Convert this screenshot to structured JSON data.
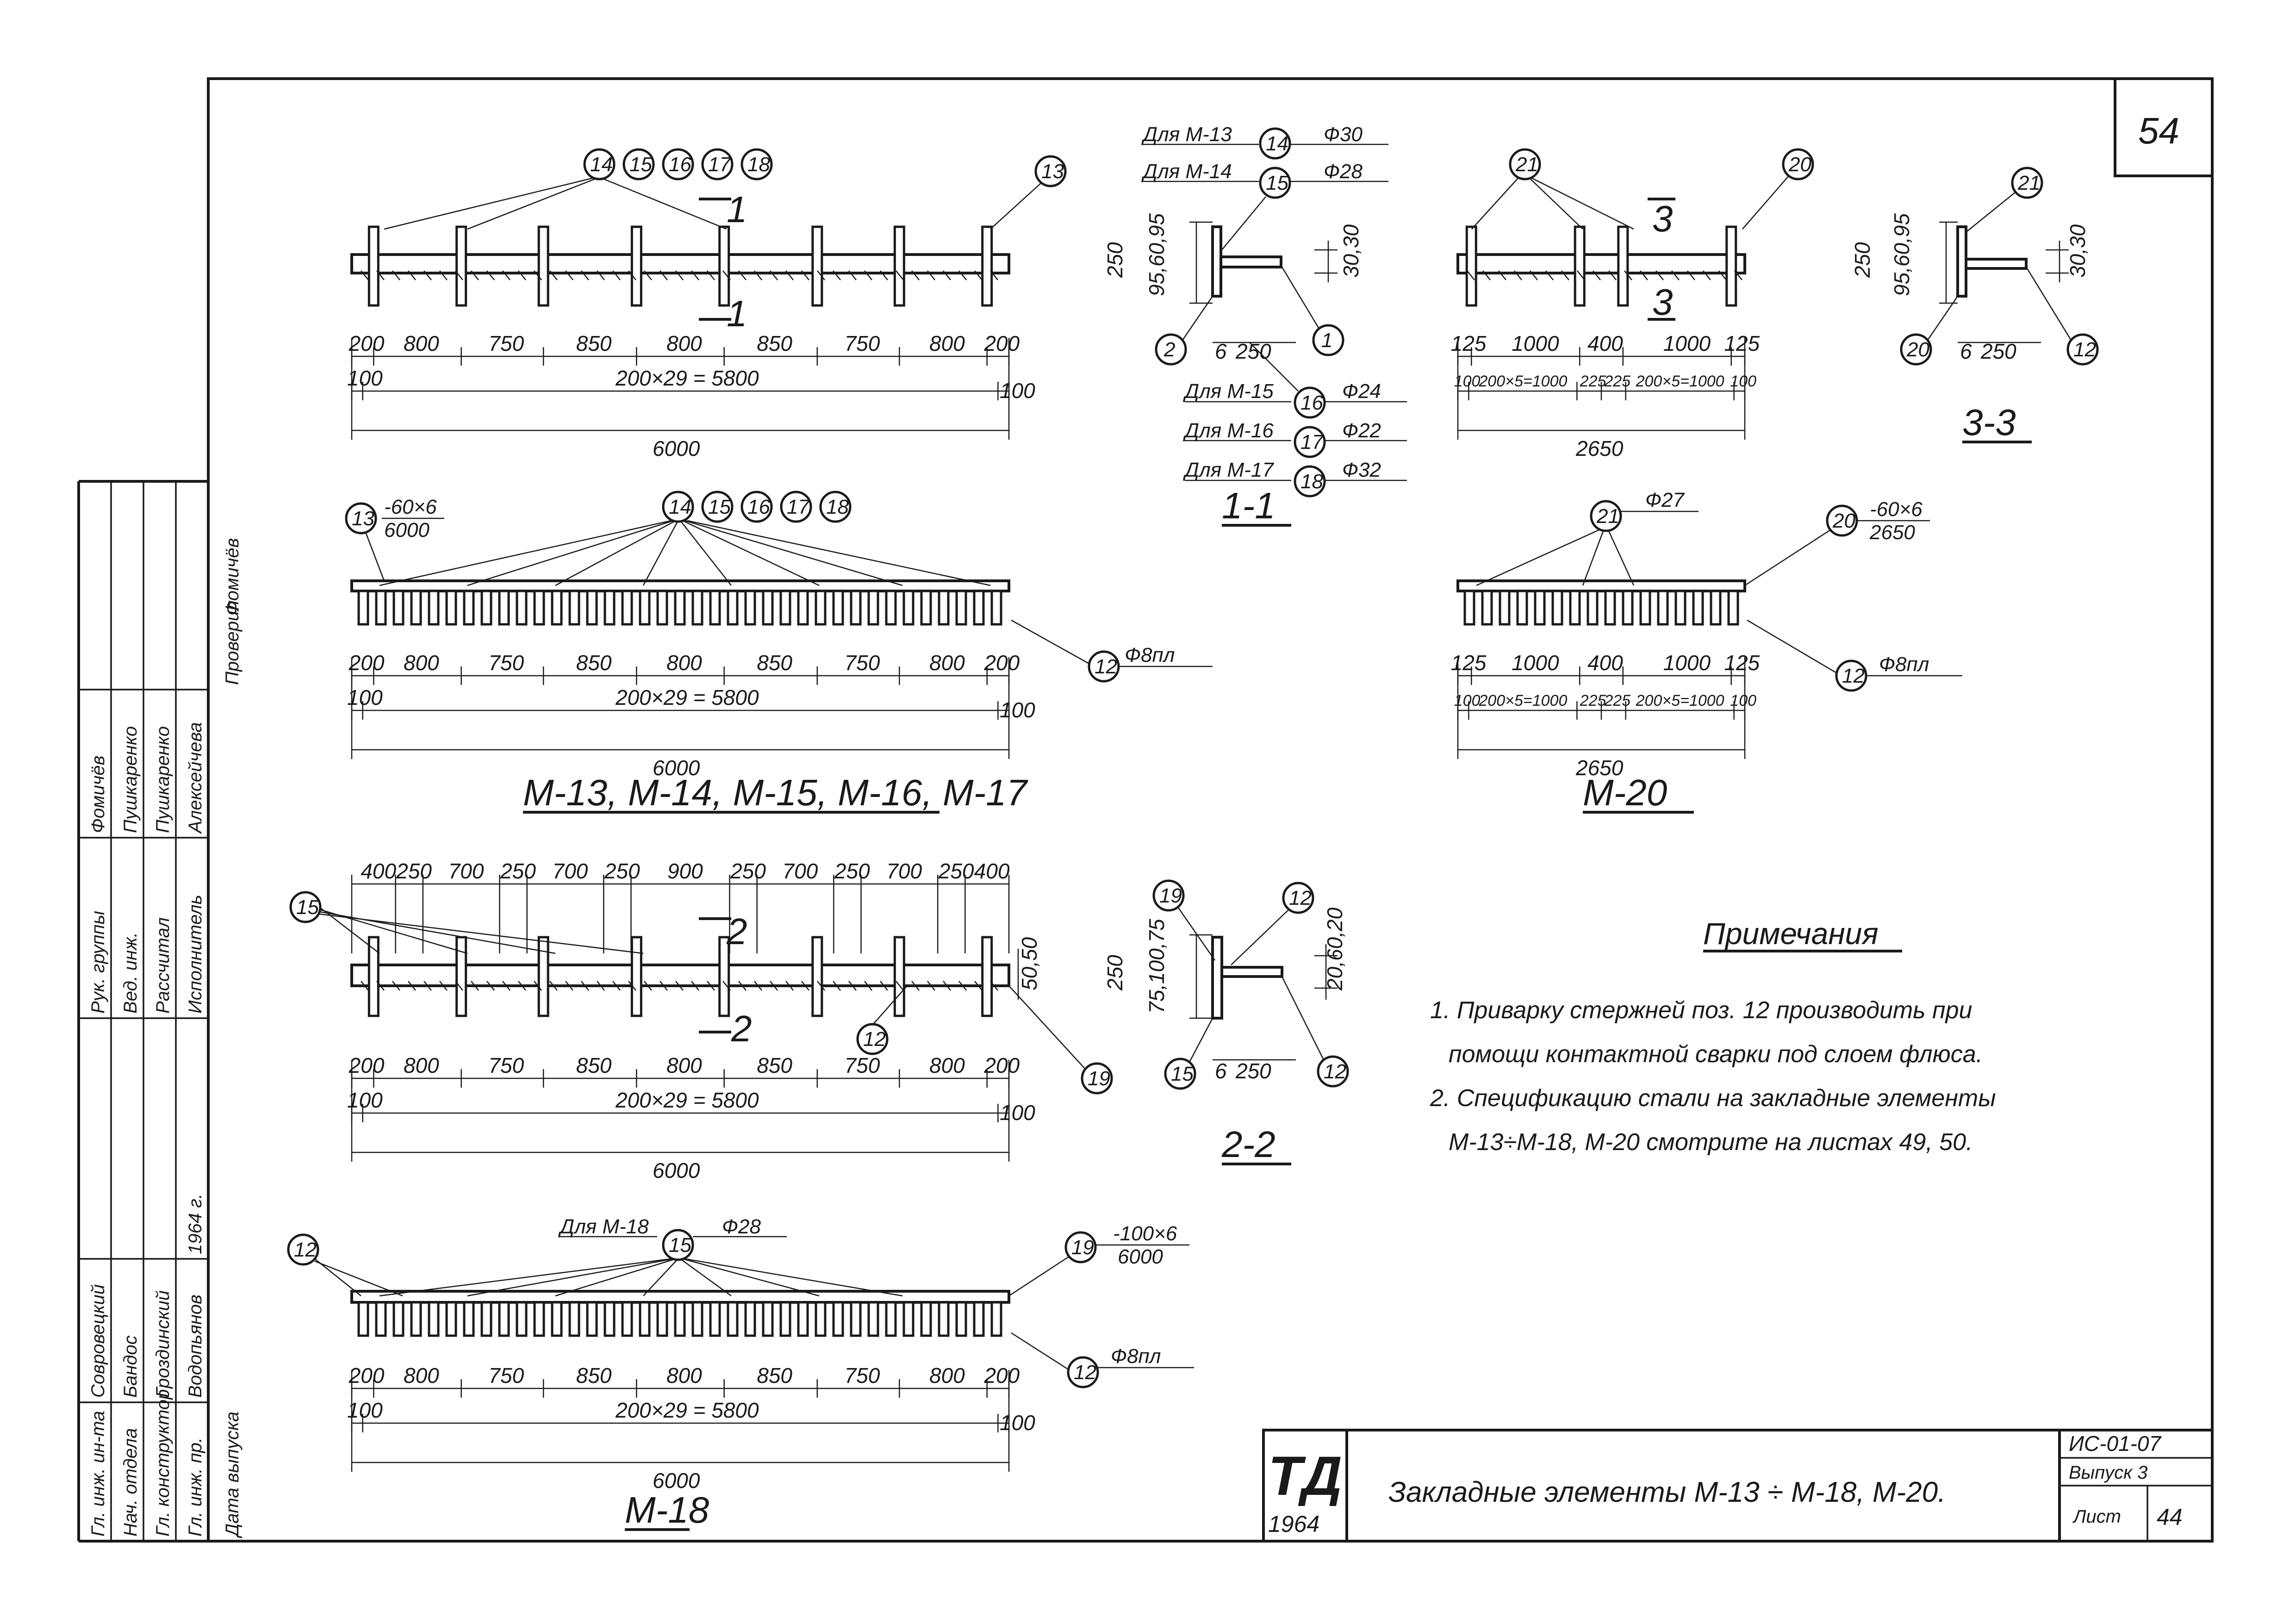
{
  "sheet": {
    "page_number": "54",
    "code": "ИС-01-07",
    "issue": "Выпуск 3",
    "sheet_label": "Лист",
    "sheet_no": "44",
    "title": "Закладные элементы М-13 ÷ М-18, М-20.",
    "logo_text": "ТД",
    "logo_year": "1964"
  },
  "stamp": {
    "rows": [
      {
        "role": "Гл. инж. ин-та",
        "name": "Совровецкий"
      },
      {
        "role": "Нач. отдела",
        "name": "Бандос"
      },
      {
        "role": "Гл. конструктор",
        "name": "Гроздинский"
      },
      {
        "role": "Гл. инж. пр.",
        "name": "Водопьянов"
      },
      {
        "role": "Дата выпуска",
        "name": "1964 г."
      }
    ],
    "rows2": [
      {
        "role": "Рук. группы",
        "name": "Фомичёв"
      },
      {
        "role": "Вед. инж.",
        "name": "Пушкаренко"
      },
      {
        "role": "Рассчитал",
        "name": "Пушкаренко"
      },
      {
        "role": "Исполнитель",
        "name": "Алексейчева"
      },
      {
        "role": "Проверил",
        "name": "Фомичёв"
      }
    ]
  },
  "views": {
    "m13_plan": {
      "marks_top": [
        "14",
        "15",
        "16",
        "17",
        "18"
      ],
      "mark_right": "13",
      "dims": [
        "200",
        "800",
        "750",
        "850",
        "800",
        "850",
        "750",
        "800",
        "200"
      ],
      "sub_left": "100",
      "sub_right": "100",
      "mid_dim": "200×29 = 5800",
      "total": "6000",
      "cut": "1"
    },
    "m13_elev": {
      "mark_left": "13",
      "plate": "-60×6",
      "plate_len": "6000",
      "marks_top": [
        "14",
        "15",
        "16",
        "17",
        "18"
      ],
      "mark_right": "12",
      "rod": "Ф8пл",
      "dims": [
        "200",
        "800",
        "750",
        "850",
        "800",
        "850",
        "750",
        "800",
        "200"
      ],
      "sub_left": "100",
      "sub_right": "100",
      "mid_dim": "200×29 = 5800",
      "total": "6000",
      "caption": "М-13, М-14, М-15, М-16, М-17"
    },
    "sec11": {
      "rows_top": [
        {
          "label": "Для М-13",
          "mark": "14",
          "dia": "Ф30"
        },
        {
          "label": "Для М-14",
          "mark": "15",
          "dia": "Ф28"
        }
      ],
      "rows_bottom": [
        {
          "label": "Для М-15",
          "mark": "16",
          "dia": "Ф24"
        },
        {
          "label": "Для М-16",
          "mark": "17",
          "dia": "Ф22"
        },
        {
          "label": "Для М-17",
          "mark": "18",
          "dia": "Ф32"
        }
      ],
      "left_dims": "95,60,95",
      "left_total": "250",
      "left_low": "95,60,95",
      "right_dims": "30,30",
      "mark_left": "2",
      "mark_right": "1",
      "base_dims": [
        "6",
        "250"
      ],
      "caption": "1-1"
    },
    "m20_plan": {
      "marks_top": [
        "21"
      ],
      "mark_right": "20",
      "cut": "3",
      "dims": [
        "125",
        "1000",
        "400",
        "1000",
        "125"
      ],
      "sub": [
        "100",
        "200×5=1000",
        "225",
        "225",
        "200×5=1000",
        "100"
      ],
      "total": "2650"
    },
    "sec33": {
      "mark_top": "21",
      "mark_left": "20",
      "mark_right": "12",
      "left_dims": "95,60,95",
      "left_total": "250",
      "right_dims": "30,30",
      "base_dims": [
        "6",
        "250"
      ],
      "caption": "3-3"
    },
    "m20_elev": {
      "mark_top": "21",
      "dia_top": "Ф27",
      "mark_right": "20",
      "plate": "-60×6",
      "plate_len": "2650",
      "mark_rod": "12",
      "rod": "Ф8пл",
      "dims": [
        "125",
        "1000",
        "400",
        "1000",
        "125"
      ],
      "sub": [
        "100",
        "200×5=1000",
        "225",
        "225",
        "200×5=1000",
        "100"
      ],
      "total": "2650",
      "caption": "М-20"
    },
    "m18_plan": {
      "mark_left": "15",
      "top_dims": [
        "400",
        "250",
        "700",
        "250",
        "700",
        "250",
        "900",
        "250",
        "700",
        "250",
        "700",
        "250",
        "400"
      ],
      "right_dims": "50,50",
      "mark_mid": "12",
      "mark_right": "19",
      "cut": "2",
      "dims": [
        "200",
        "800",
        "750",
        "850",
        "800",
        "850",
        "750",
        "800",
        "200"
      ],
      "sub_left": "100",
      "sub_right": "100",
      "mid_dim": "200×29 = 5800",
      "total": "6000"
    },
    "sec22": {
      "mark_top_left": "19",
      "mark_top_right": "12",
      "left_dims": "75,100,75",
      "left_total": "250",
      "right_dims": "20,60,20",
      "mark_bottom_left": "15",
      "mark_bottom_right": "12",
      "base_dims": [
        "6",
        "250"
      ],
      "caption": "2-2"
    },
    "m18_elev": {
      "mark_left": "12",
      "label": "Для М-18",
      "mark_top": "15",
      "dia": "Ф28",
      "mark_right": "19",
      "plate": "-100×6",
      "plate_len": "6000",
      "mark_rod": "12",
      "rod": "Ф8пл",
      "dims": [
        "200",
        "800",
        "750",
        "850",
        "800",
        "850",
        "750",
        "800",
        "200"
      ],
      "sub_left": "100",
      "sub_right": "100",
      "mid_dim": "200×29 = 5800",
      "total": "6000",
      "caption": "М-18"
    }
  },
  "notes": {
    "heading": "Примечания",
    "items": [
      "1. Приварку стержней поз. 12 производить при",
      "помощи контактной сварки под слоем флюса.",
      "2. Спецификацию стали на закладные элементы",
      "М-13÷М-18, М-20 смотрите на листах 49, 50."
    ]
  }
}
